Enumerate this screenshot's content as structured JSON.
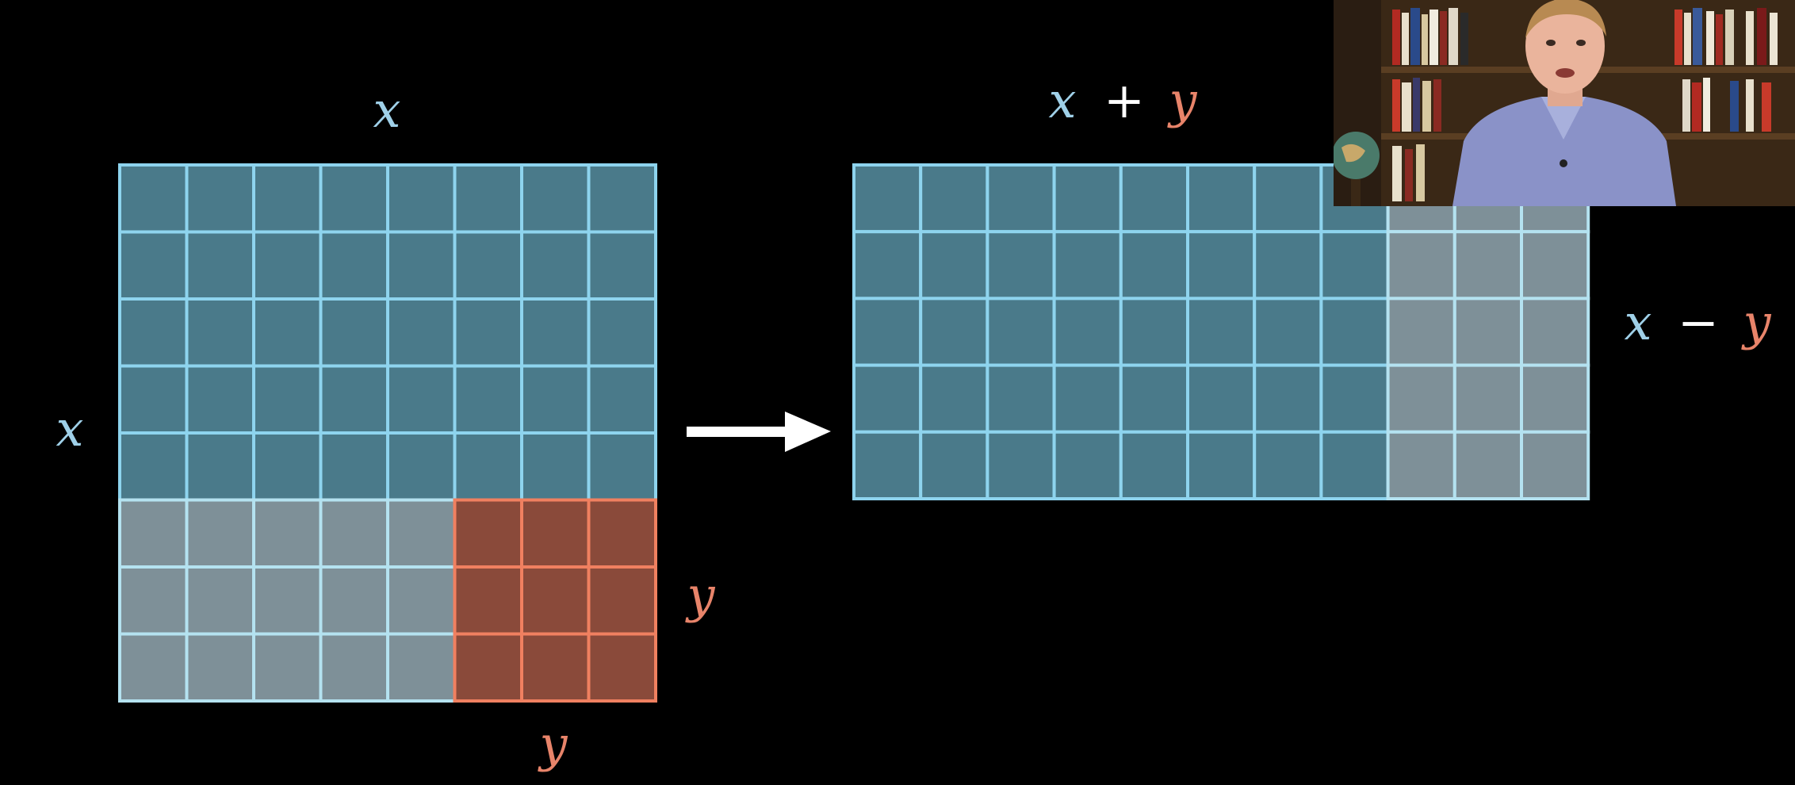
{
  "colors": {
    "background": "#000000",
    "blue_fill": "#4a7a8a",
    "blue_stroke": "#8ed4ee",
    "gray_fill": "#7e9098",
    "gray_stroke": "#b4e2f0",
    "red_fill": "#8a4a3a",
    "red_stroke": "#f08060",
    "x_color": "#9fd0e8",
    "y_color": "#e8846a",
    "arrow": "#ffffff"
  },
  "left_square": {
    "columns": 8,
    "rows": 8,
    "y_size": 3,
    "top_label": "x",
    "side_label": "x",
    "bottom_label": "y",
    "right_label": "y"
  },
  "right_rectangle": {
    "columns": 11,
    "rows": 5,
    "gray_columns": 3,
    "top_label_x": "x",
    "top_label_op": "+",
    "top_label_y": "y",
    "side_label_x": "x",
    "side_label_op": "−",
    "side_label_y": "y"
  },
  "arrow": {
    "direction": "right"
  },
  "webcam": {
    "content": "presenter-webcam"
  }
}
